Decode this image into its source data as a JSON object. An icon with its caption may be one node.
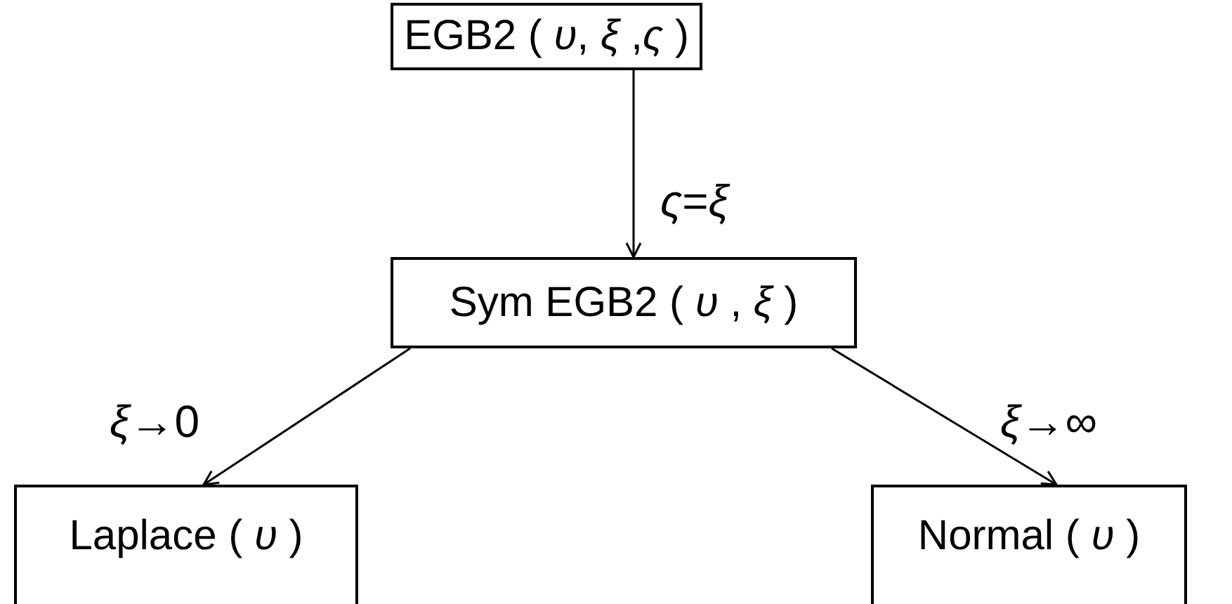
{
  "diagram": {
    "nodes": [
      {
        "text": [
          "EGB2 ( *υ*, *ξ* ,*ς* )"
        ]
      },
      {
        "text": [
          "Sym EGB2 ( *υ* , *ξ* )"
        ]
      },
      {
        "text": [
          "Laplace ( *υ* )"
        ]
      },
      {
        "text": [
          "Normal ( *υ* )"
        ]
      }
    ],
    "edges": [
      {
        "from": 0,
        "to": 1,
        "arrow": "to",
        "label": "*ς*=*ξ*"
      },
      {
        "from": 1,
        "to": 2,
        "arrow": "to",
        "label": "*ξ*→0"
      },
      {
        "from": 1,
        "to": 3,
        "arrow": "to",
        "label": "*ξ*→∞"
      }
    ]
  }
}
